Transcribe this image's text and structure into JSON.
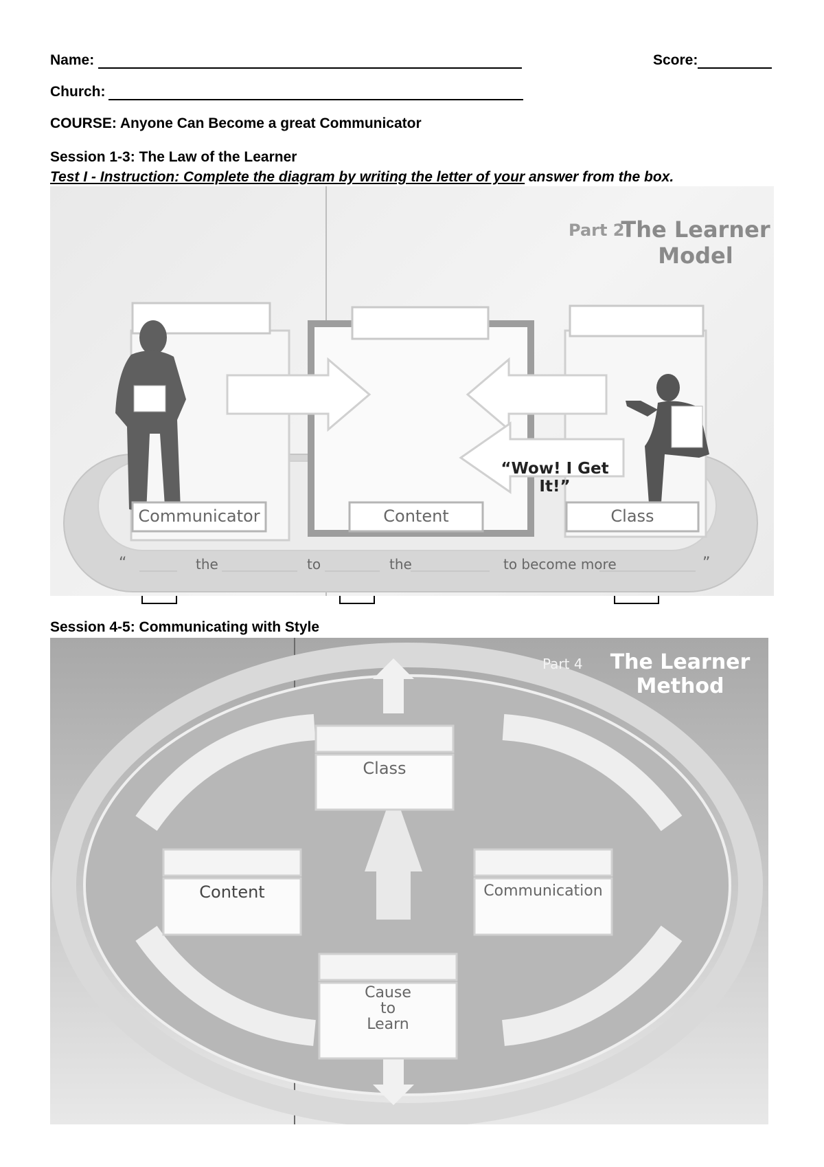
{
  "header": {
    "name_label": "Name:",
    "score_label": "Score:",
    "church_label": "Church:",
    "course": "COURSE: Anyone Can Become a great Communicator"
  },
  "section1": {
    "title": "Session 1-3:  The Law of the Learner",
    "instruction_underlined": "Test I - Instruction: Complete the diagram by writing the letter of your",
    "instruction_rest": " answer from the box.",
    "figure": {
      "part_label": "Part 2",
      "figure_title": "The Learner Model",
      "quote": "“Wow! I Get It!”",
      "box_labels": [
        "Communicator",
        "Content",
        "Class"
      ],
      "sentence": {
        "open_quote": "“",
        "w1": "the",
        "w2": "to",
        "w3": "the",
        "w4": "to become more",
        "close_quote": "”"
      }
    }
  },
  "section2": {
    "title": "Session 4-5:  Communicating with Style",
    "figure": {
      "part_label": "Part 4",
      "figure_title": "The Learner Method",
      "box_labels": {
        "top": "Class",
        "left": "Content",
        "right": "Communication",
        "bottom": "Cause\nto\nLearn"
      }
    }
  }
}
